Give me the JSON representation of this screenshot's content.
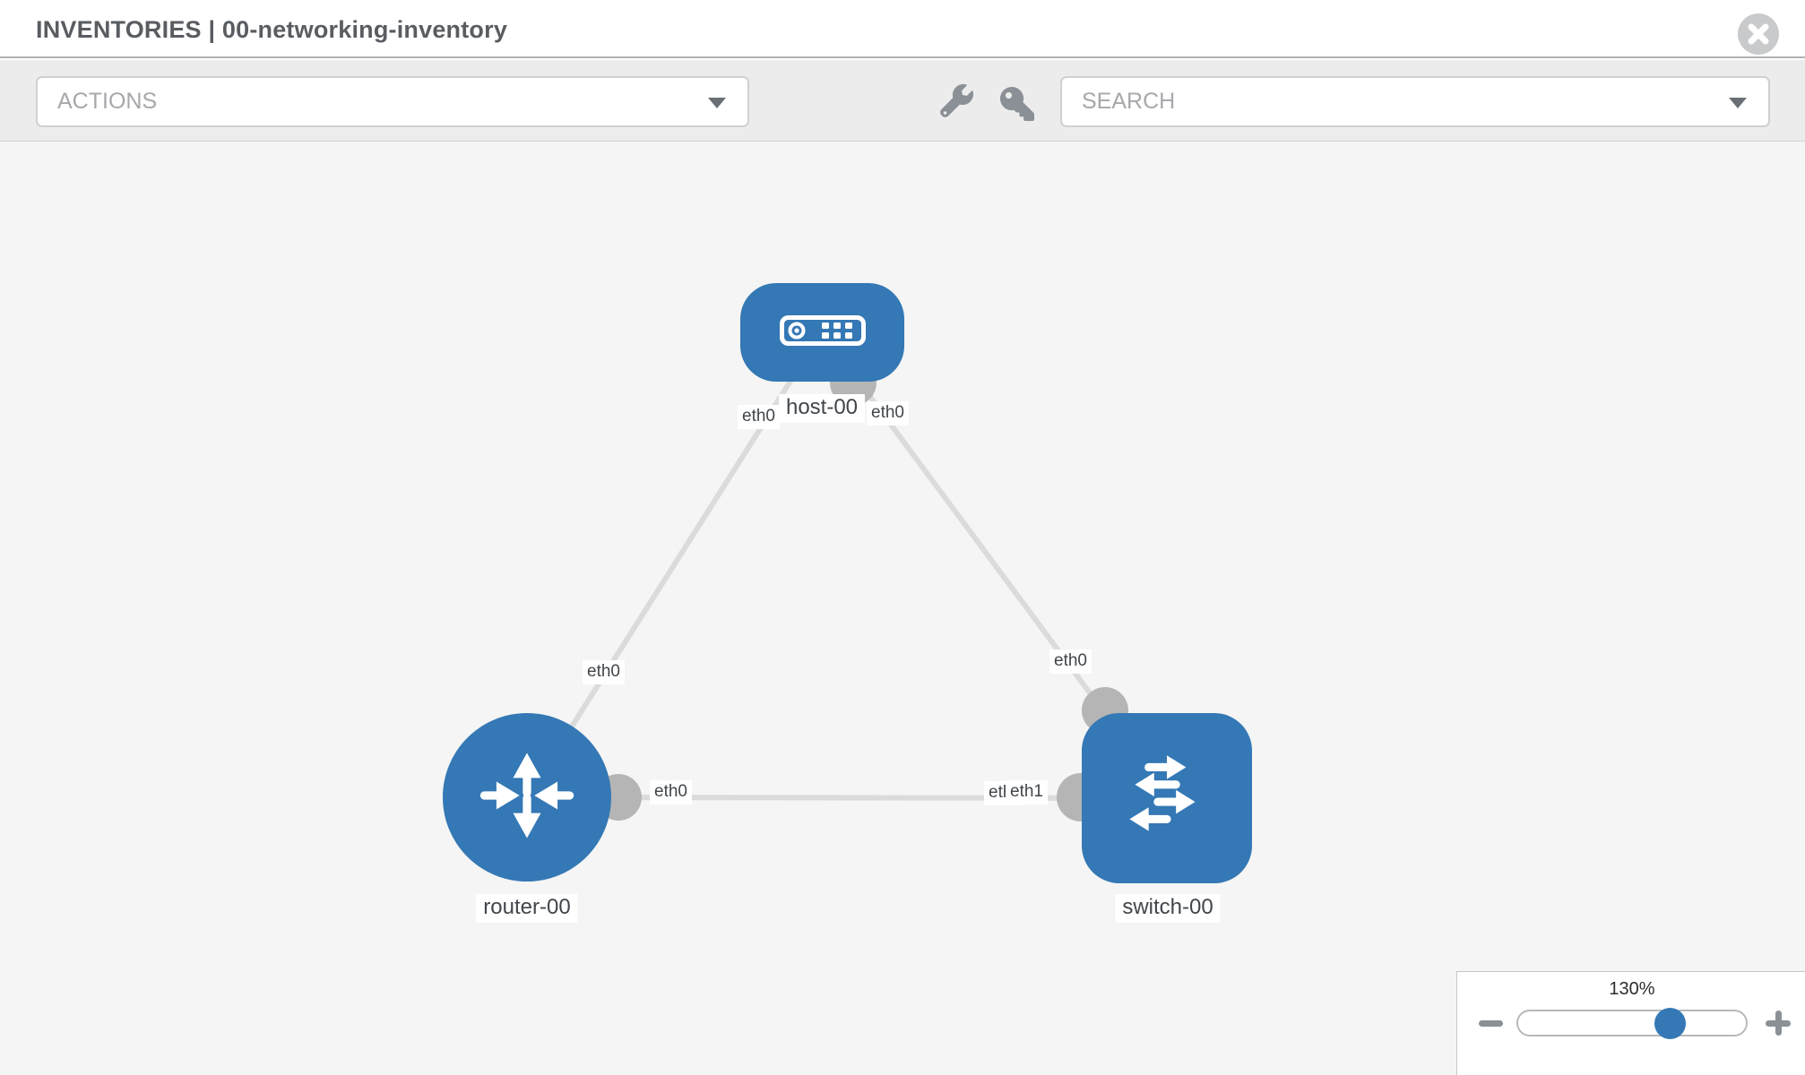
{
  "window": {
    "title": "INVENTORIES | 00-networking-inventory"
  },
  "toolbar": {
    "actions_label": "ACTIONS",
    "search_label": "SEARCH",
    "tools": [
      {
        "icon": "wrench-icon"
      },
      {
        "icon": "key-icon"
      }
    ]
  },
  "topology": {
    "nodes": [
      {
        "id": "host-00",
        "type": "host",
        "label": "host-00"
      },
      {
        "id": "router-00",
        "type": "router",
        "label": "router-00"
      },
      {
        "id": "switch-00",
        "type": "switch",
        "label": "switch-00"
      }
    ],
    "links": [
      {
        "from": "host-00",
        "from_interface": "eth0",
        "to": "router-00",
        "to_interface": "eth0"
      },
      {
        "from": "host-00",
        "from_interface": "eth0",
        "to": "switch-00",
        "to_interface": "eth0"
      },
      {
        "from": "router-00",
        "from_interface": "eth0",
        "to": "switch-00",
        "to_interface": "eth1",
        "to_interface_overlapped": "eth0"
      }
    ]
  },
  "zoom": {
    "level": "130%"
  },
  "colors": {
    "node_blue": "#3478b5",
    "link_gray": "#dbdbdb",
    "connector_gray": "#b5b5b5",
    "canvas_bg": "#f4f5f4",
    "toolbar_bg": "#ececec"
  }
}
